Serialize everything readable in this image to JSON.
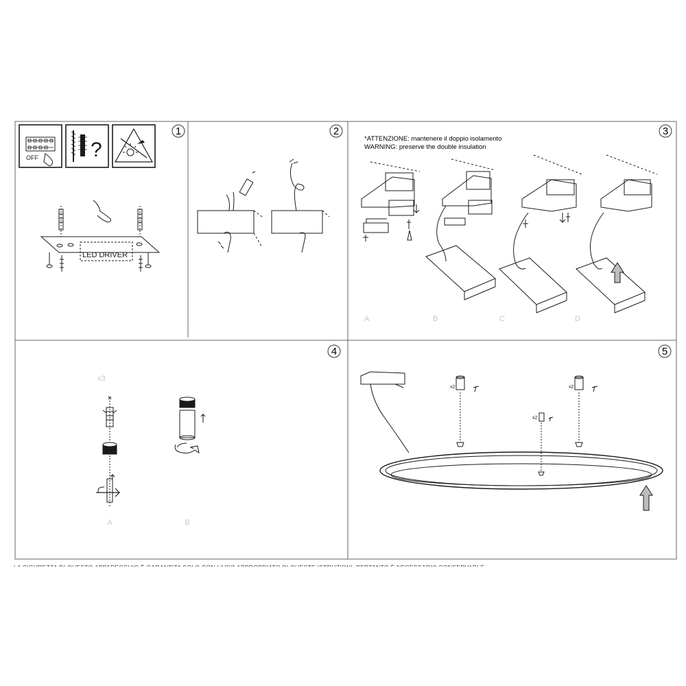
{
  "steps": [
    {
      "number": "1",
      "driver_label": "LED DRIVER",
      "switch_state": "OFF",
      "help_symbol": "?"
    },
    {
      "number": "2"
    },
    {
      "number": "3",
      "warning_it": "*ATTENZIONE: mantenere il doppio isolamento",
      "warning_en": "WARNING: preserve the double insulation",
      "substeps": [
        "A",
        "B",
        "C",
        "D"
      ]
    },
    {
      "number": "4",
      "quantity": "x3",
      "substeps": [
        "A",
        "B"
      ]
    },
    {
      "number": "5",
      "screw_count": "x2"
    }
  ],
  "footer_text": "LA SICUREZZA DI QUESTO APPARECCHIO È GARANTITA SOLO CON L'USO APPROPRIATO DI QUESTE ISTRUZIONI, PERTANTO È NECESSARIO CONSERVARLE",
  "colors": {
    "line": "#1a1a1a",
    "frame": "#666666",
    "faint": "#c9c9c9",
    "arrow_fill": "#bdbdbd"
  },
  "icons": [
    "power-off-switch-icon",
    "drill-icon",
    "screw-icon",
    "question-icon",
    "no-hot-surface-icon"
  ]
}
